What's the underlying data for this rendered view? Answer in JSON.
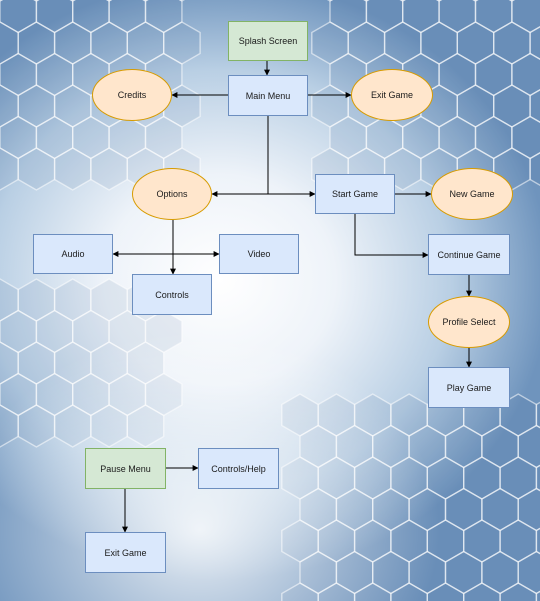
{
  "colors": {
    "rect_fill": "#dae8fc",
    "rect_border": "#6c8ebf",
    "start_fill": "#d5e8d4",
    "start_border": "#82b366",
    "oval_fill": "#ffe6cc",
    "oval_border": "#d79b00",
    "edge": "#000000"
  },
  "nodes": {
    "splash_screen": "Splash Screen",
    "main_menu": "Main Menu",
    "credits": "Credits",
    "exit_game_top": "Exit Game",
    "options": "Options",
    "start_game": "Start Game",
    "new_game": "New Game",
    "audio": "Audio",
    "video": "Video",
    "controls": "Controls",
    "continue_game": "Continue Game",
    "profile_select": "Profile Select",
    "play_game": "Play Game",
    "pause_menu": "Pause Menu",
    "controls_help": "Controls/Help",
    "exit_game_bottom": "Exit Game"
  },
  "edges": [
    {
      "from": "splash_screen",
      "to": "main_menu"
    },
    {
      "from": "main_menu",
      "to": "credits"
    },
    {
      "from": "main_menu",
      "to": "exit_game_top"
    },
    {
      "from": "main_menu",
      "to": "options"
    },
    {
      "from": "main_menu",
      "to": "start_game"
    },
    {
      "from": "start_game",
      "to": "new_game"
    },
    {
      "from": "start_game",
      "to": "continue_game"
    },
    {
      "from": "options",
      "to": "audio"
    },
    {
      "from": "options",
      "to": "video"
    },
    {
      "from": "options",
      "to": "controls"
    },
    {
      "from": "continue_game",
      "to": "profile_select"
    },
    {
      "from": "profile_select",
      "to": "play_game"
    },
    {
      "from": "pause_menu",
      "to": "controls_help"
    },
    {
      "from": "pause_menu",
      "to": "exit_game_bottom"
    }
  ]
}
